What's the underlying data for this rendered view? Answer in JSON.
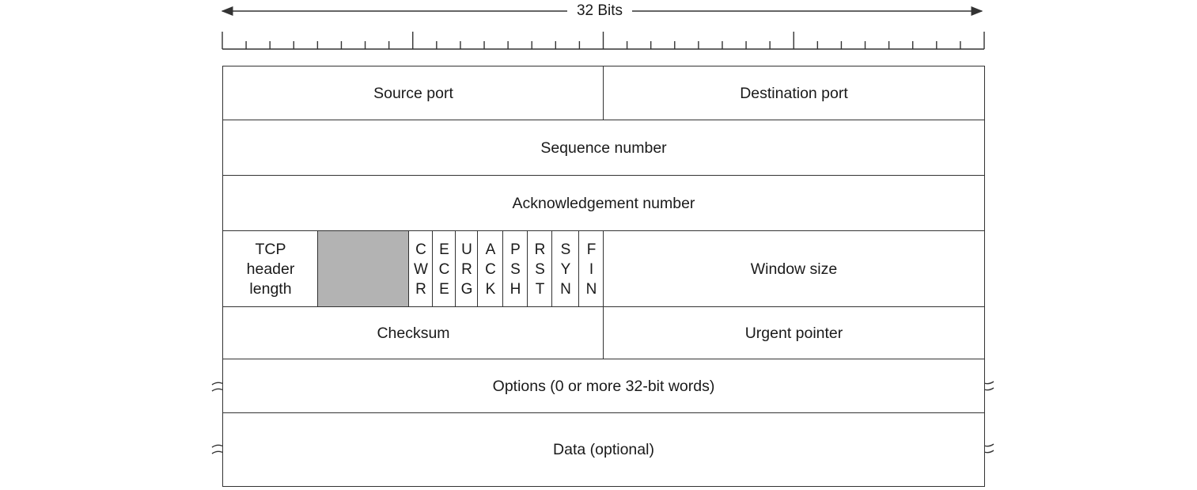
{
  "header": {
    "title": "32 Bits"
  },
  "fields": {
    "source_port": "Source port",
    "destination_port": "Destination port",
    "sequence_number": "Sequence number",
    "ack_number": "Acknowledgement number",
    "tcp_header_length": "TCP\nheader\nlength",
    "window_size": "Window size",
    "checksum": "Checksum",
    "urgent_pointer": "Urgent pointer",
    "options": "Options (0 or more 32-bit words)",
    "data": "Data (optional)"
  },
  "flags": [
    {
      "name": "cwr",
      "letters": [
        "C",
        "W",
        "R"
      ]
    },
    {
      "name": "ece",
      "letters": [
        "E",
        "C",
        "E"
      ]
    },
    {
      "name": "urg",
      "letters": [
        "U",
        "R",
        "G"
      ]
    },
    {
      "name": "ack",
      "letters": [
        "A",
        "C",
        "K"
      ]
    },
    {
      "name": "psh",
      "letters": [
        "P",
        "S",
        "H"
      ]
    },
    {
      "name": "rst",
      "letters": [
        "R",
        "S",
        "T"
      ]
    },
    {
      "name": "syn",
      "letters": [
        "S",
        "Y",
        "N"
      ]
    },
    {
      "name": "fin",
      "letters": [
        "F",
        "I",
        "N"
      ]
    }
  ],
  "colors": {
    "line": "#333333",
    "reserved_fill": "#b3b3b3"
  }
}
